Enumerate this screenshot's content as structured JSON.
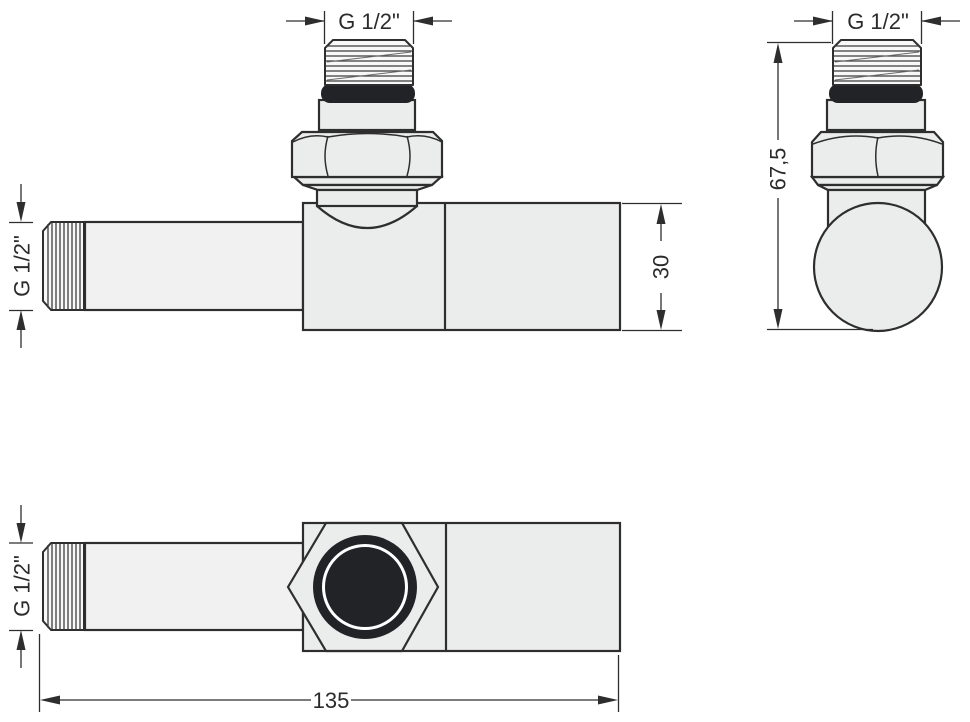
{
  "drawing": {
    "kind": "technical-drawing",
    "colors": {
      "outline": "#2e2e2e",
      "body_fill": "#ebedec",
      "pipe_fill": "#f0f1f0",
      "thread_fill": "#f7f8f7",
      "seal_dark": "#222326",
      "knob_dark": "#222326",
      "dimension": "#2b2b2b",
      "background": "#ffffff"
    },
    "labels": {
      "side_view": {
        "top_thread": "G 1/2\"",
        "left_thread": "G 1/2\"",
        "body_height": "30"
      },
      "front_view": {
        "top_thread": "G 1/2\"",
        "overall_height": "67,5"
      },
      "top_view": {
        "left_thread": "G 1/2\"",
        "overall_length": "135"
      }
    }
  }
}
